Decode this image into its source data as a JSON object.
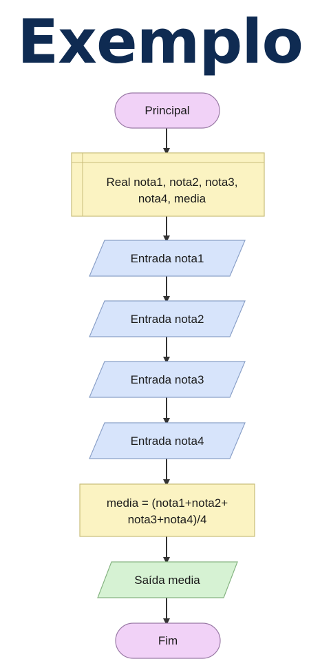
{
  "title": "Exemplo",
  "colors": {
    "title": "#0f2b52",
    "terminal_fill": "#f1d2f7",
    "terminal_stroke": "#9a7aa6",
    "declare_fill": "#fbf3c2",
    "declare_stroke": "#c9bd7a",
    "input_fill": "#d7e4fb",
    "input_stroke": "#8aa0c8",
    "process_fill": "#fbf3c2",
    "process_stroke": "#c9bd7a",
    "output_fill": "#d6f2d3",
    "output_stroke": "#86b482",
    "arrow": "#333333"
  },
  "flowchart": {
    "start": {
      "label": "Principal"
    },
    "declare": {
      "lines": [
        "Real nota1, nota2, nota3,",
        "nota4, media"
      ]
    },
    "inputs": [
      {
        "label": "Entrada nota1"
      },
      {
        "label": "Entrada nota2"
      },
      {
        "label": "Entrada nota3"
      },
      {
        "label": "Entrada nota4"
      }
    ],
    "process": {
      "lines": [
        "media = (nota1+nota2+",
        "nota3+nota4)/4"
      ]
    },
    "output": {
      "label": "Saída media"
    },
    "end": {
      "label": "Fim"
    }
  }
}
